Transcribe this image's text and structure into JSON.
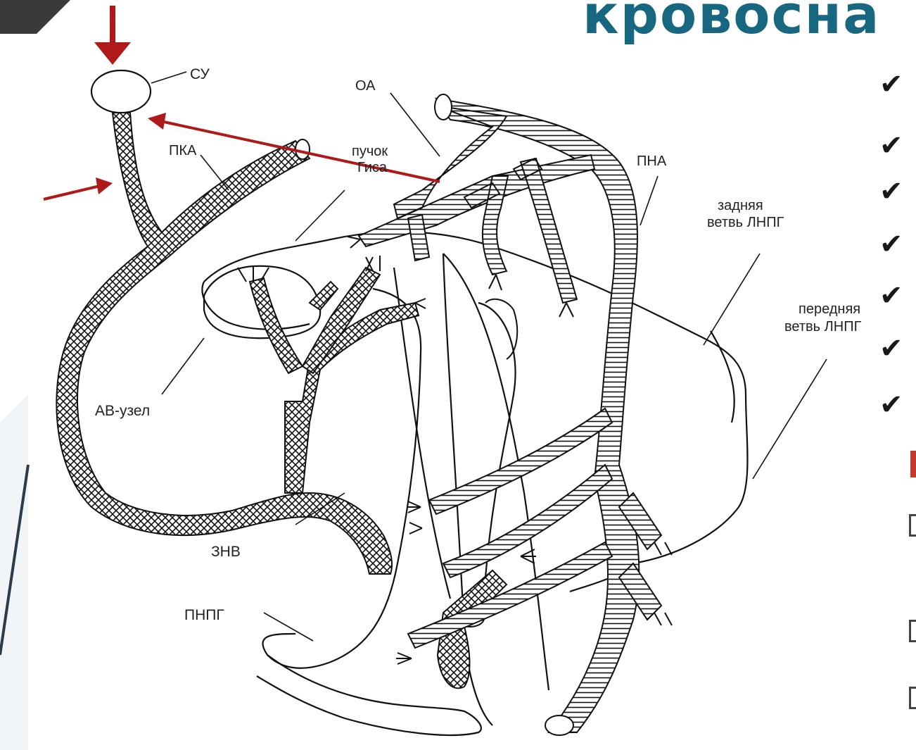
{
  "slide": {
    "title": "кровосна"
  },
  "labels": {
    "su": "СУ",
    "pka": "ПКА",
    "oa": "ОА",
    "his_bundle_1": "пучок",
    "his_bundle_2": "Гиса",
    "pna": "ПНА",
    "posterior_branch_1": "задняя",
    "posterior_branch_2": "ветвь ЛНПГ",
    "anterior_branch_1": "передняя",
    "anterior_branch_2": "ветвь ЛНПГ",
    "av_node": "АВ-узел",
    "znv": "ЗНВ",
    "pnpg": "ПНПГ"
  },
  "bullets": [
    "✔",
    "✔",
    "✔",
    "✔",
    "✔",
    "✔",
    "✔"
  ],
  "colors": {
    "title": "#16677f",
    "arrow": "#b01919",
    "line": "#111111",
    "accent_dark": "#333333"
  }
}
